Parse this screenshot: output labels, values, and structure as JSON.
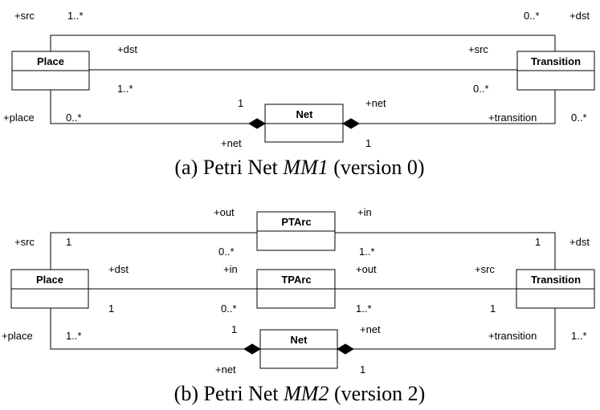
{
  "diagram_a": {
    "classes": {
      "place": "Place",
      "transition": "Transition",
      "net": "Net"
    },
    "labels": {
      "top_src": "+src",
      "top_src_mult": "1..*",
      "top_dst_mult": "0..*",
      "top_dst": "+dst",
      "mid_dst": "+dst",
      "mid_src": "+src",
      "mid_place_mult": "1..*",
      "mid_trans_mult": "0..*",
      "place_role": "+place",
      "place_mult": "0..*",
      "net_left_mult": "1",
      "net_right_role": "+net",
      "transition_role": "+transition",
      "transition_mult": "0..*",
      "net_left_role": "+net",
      "net_right_mult": "1"
    },
    "caption": {
      "prefix": "(a) Petri Net ",
      "italic": "MM1",
      "suffix": " (version 0)"
    }
  },
  "diagram_b": {
    "classes": {
      "place": "Place",
      "transition": "Transition",
      "net": "Net",
      "ptarc": "PTArc",
      "tparc": "TPArc"
    },
    "labels": {
      "ptarc_out": "+out",
      "ptarc_in": "+in",
      "top_src": "+src",
      "top_place_mult": "1",
      "top_trans_mult": "1",
      "top_dst": "+dst",
      "ptarc_left_mult": "0..*",
      "ptarc_right_mult": "1..*",
      "mid_dst": "+dst",
      "tparc_in": "+in",
      "tparc_out": "+out",
      "mid_src": "+src",
      "mid_place_mult": "1",
      "tparc_left_mult": "0..*",
      "tparc_right_mult": "1..*",
      "mid_trans_mult": "1",
      "place_role": "+place",
      "place_mult": "1..*",
      "net_left_mult": "1",
      "net_right_role": "+net",
      "transition_role": "+transition",
      "transition_mult": "1..*",
      "net_left_role": "+net",
      "net_right_mult": "1"
    },
    "caption": {
      "prefix": "(b) Petri Net ",
      "italic": "MM2",
      "suffix": " (version 2)"
    }
  }
}
